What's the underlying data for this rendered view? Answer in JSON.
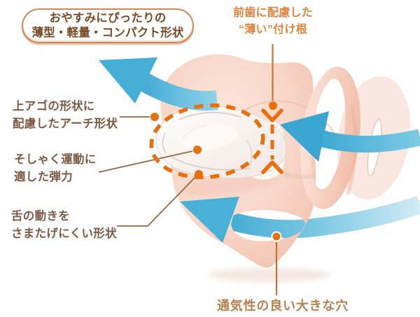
{
  "figure": {
    "subject": "pacifier feature diagram",
    "elements": [
      "pacifier-shield",
      "handle-ring",
      "silicone-nipple",
      "ventilation-hole",
      "airflow-arrows"
    ]
  },
  "badge": {
    "line1": "おやすみにぴったりの",
    "line2": "薄型・軽量・コンパクト形状"
  },
  "labels": {
    "front_teeth": {
      "line1": "前歯に配慮した",
      "line2": "“薄い”付け根"
    },
    "upper_jaw": {
      "line1": "上アゴの形状に",
      "line2": "配慮したアーチ形状"
    },
    "chewing": {
      "line1": "そしゃく運動に",
      "line2": "適した弾力"
    },
    "tongue": {
      "line1": "舌の動きを",
      "line2": "さまたげにくい形状"
    },
    "ventilation": {
      "text": "通気性の良い大きな穴"
    }
  },
  "colors": {
    "accent_orange": "#E8700C",
    "arrow_blue": "#4FB2DA",
    "shield_pink": "#F7D3C5",
    "label_brown": "#7D5B44",
    "orange_text": "#E2833E",
    "ventilation_text": "#B5824F",
    "badge_border": "#CB8858",
    "badge_text": "#7B4A26",
    "connector_brown": "#8F6A45",
    "connector_orange": "#C1762F",
    "background": "#FFFFFF"
  }
}
